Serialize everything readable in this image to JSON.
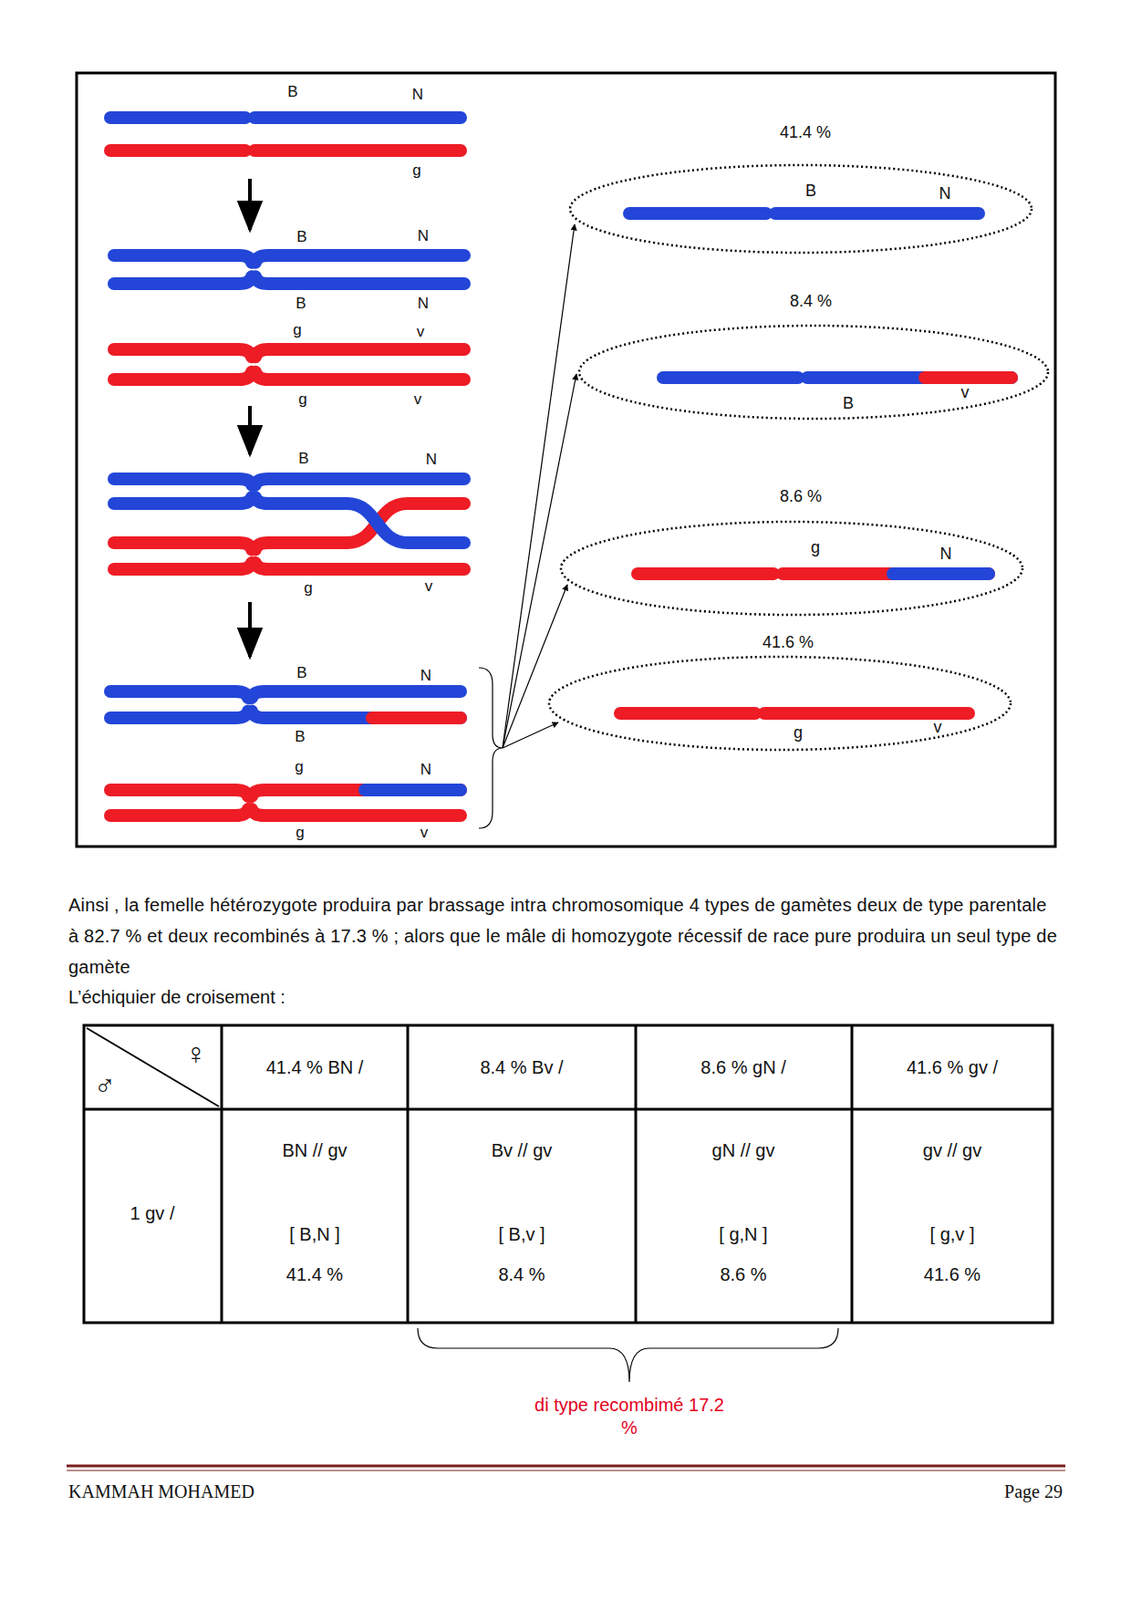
{
  "diagram": {
    "nodes": [
      {
        "text": [
          "41.4 %",
          "B",
          "N"
        ]
      },
      {
        "text": [
          "8.4 %",
          "B",
          "v"
        ]
      },
      {
        "text": [
          "8.6 %",
          "g",
          "N"
        ]
      },
      {
        "text": [
          "41.6 %",
          "g",
          "v"
        ]
      }
    ],
    "labels": [
      "B",
      "N",
      "g",
      "B",
      "N",
      "B",
      "N",
      "g",
      "v",
      "g",
      "v",
      "B",
      "N",
      "g",
      "v",
      "B",
      "N",
      "B",
      "g",
      "N",
      "g",
      "v",
      "Ainsi , la femelle hétérozygote produira par brassage intra chromosomique 4 types de gamètes deux de type parentale à 82.7 % et deux recombinés à 17.3 % ; alors que le mâle di homozygote récessif de race pure produira un seul type de gamète",
      "L’échiquier de croisement :",
      "♀",
      "♂",
      "41.4 % BN /",
      "8.4 % Bv /",
      "8.6 % gN /",
      "41.6 % gv /",
      "1 gv /",
      "BN // gv",
      "[ B,N ]",
      "41.4 %",
      "Bv // gv",
      "[ B,v ]",
      "8.4 %",
      "gN // gv",
      "[ g,N ]",
      "8.6 %",
      "gv // gv",
      "[ g,v ]",
      "41.6 %",
      "di type recombimé 17.2 %",
      "KAMMAH MOHAMED",
      "Page 29"
    ]
  }
}
